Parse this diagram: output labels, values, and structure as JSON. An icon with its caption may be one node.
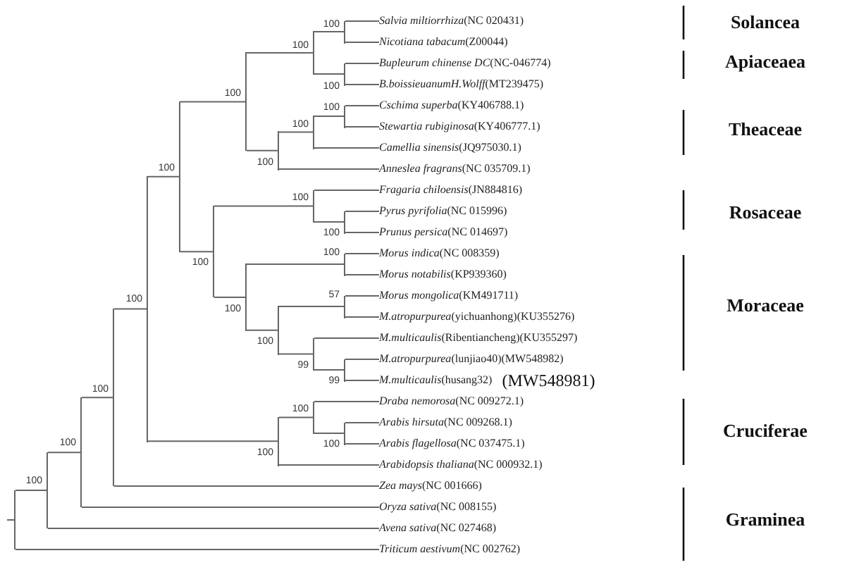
{
  "diagram": {
    "nodes": [
      {
        "text": [
          "*Salvia miltiorrhiza*(NC 020431)"
        ]
      },
      {
        "text": [
          "*Nicotiana tabacum*(Z00044)"
        ]
      },
      {
        "text": [
          "*Bupleurum chinense DC*(NC-046774)"
        ]
      },
      {
        "text": [
          "*B.boissieuanumH.Wolff*(MT239475)"
        ]
      },
      {
        "text": [
          "*Cschima superba*(KY406788.1)"
        ]
      },
      {
        "text": [
          "*Stewartia rubiginosa*(KY406777.1)"
        ]
      },
      {
        "text": [
          "*Camellia sinensis*(JQ975030.1)"
        ]
      },
      {
        "text": [
          "*Anneslea fragrans*(NC 035709.1)"
        ]
      },
      {
        "text": [
          "*Fragaria chiloensis*(JN884816)"
        ]
      },
      {
        "text": [
          "*Pyrus pyrifolia*(NC 015996)"
        ]
      },
      {
        "text": [
          "*Prunus persica*(NC 014697)"
        ]
      },
      {
        "text": [
          "*Morus indica*(NC 008359)"
        ]
      },
      {
        "text": [
          "*Morus notabilis*(KP939360)"
        ]
      },
      {
        "text": [
          "*Morus mongolica*(KM491711)"
        ]
      },
      {
        "text": [
          "*M.atropurpurea*(yichuanhong)(KU355276)"
        ]
      },
      {
        "text": [
          "*M.multicaulis*(Ribentiancheng)(KU355297)"
        ]
      },
      {
        "text": [
          "*M.atropurpurea*(lunjiao40)(MW548982)"
        ]
      },
      {
        "text": [
          "*M.multicaulis*(husang32)"
        ],
        "beside": [
          "(MW548981)"
        ]
      },
      {
        "text": [
          "*Draba nemorosa*(NC 009272.1)"
        ]
      },
      {
        "text": [
          "*Arabis hirsuta*(NC 009268.1)"
        ]
      },
      {
        "text": [
          "*Arabis flagellosa*(NC 037475.1)"
        ]
      },
      {
        "text": [
          "*Arabidopsis thaliana*(NC 000932.1)"
        ]
      },
      {
        "text": [
          "*Zea mays*(NC 001666)"
        ]
      },
      {
        "text": [
          "*Oryza sativa*(NC 008155)"
        ]
      },
      {
        "text": [
          "*Avena sativa*(NC 027468)"
        ]
      },
      {
        "text": [
          "*Triticum aestivum*(NC 002762)"
        ]
      },
      {
        "text": [],
        "shape": "bar",
        "beside": [
          "100"
        ]
      },
      {
        "text": [],
        "shape": "bar",
        "beside": [
          "100"
        ]
      },
      {
        "text": [],
        "shape": "bar",
        "beside": [
          "100"
        ]
      },
      {
        "text": [],
        "shape": "bar",
        "beside": [
          "100"
        ]
      },
      {
        "text": [],
        "shape": "bar",
        "beside": [
          "100"
        ]
      },
      {
        "text": [],
        "shape": "bar",
        "beside": [
          "100"
        ]
      },
      {
        "text": [],
        "shape": "bar",
        "beside": [
          "100"
        ]
      },
      {
        "text": [],
        "shape": "bar",
        "beside": [
          "100"
        ]
      },
      {
        "text": [],
        "shape": "bar",
        "beside": [
          "100"
        ]
      },
      {
        "text": [],
        "shape": "bar",
        "beside": [
          "100"
        ]
      },
      {
        "text": [],
        "shape": "bar",
        "beside": [
          "100"
        ]
      },
      {
        "text": [],
        "shape": "bar",
        "beside": [
          "100"
        ]
      },
      {
        "text": [],
        "shape": "bar",
        "beside": [
          "57"
        ]
      },
      {
        "text": [],
        "shape": "bar",
        "beside": [
          "100"
        ]
      },
      {
        "text": [],
        "shape": "bar",
        "beside": [
          "100"
        ]
      },
      {
        "text": [],
        "shape": "bar",
        "beside": [
          "99"
        ]
      },
      {
        "text": [],
        "shape": "bar",
        "beside": [
          "100"
        ]
      },
      {
        "text": [],
        "shape": "bar",
        "beside": [
          "99"
        ]
      },
      {
        "text": [],
        "shape": "bar",
        "beside": [
          "100"
        ]
      },
      {
        "text": [],
        "shape": "bar",
        "beside": [
          "100"
        ]
      },
      {
        "text": [],
        "shape": "bar",
        "beside": [
          "100"
        ]
      },
      {
        "text": [],
        "shape": "bar",
        "beside": [
          "100"
        ]
      },
      {
        "text": [],
        "shape": "bar",
        "beside": [
          "100"
        ]
      },
      {
        "text": [],
        "shape": "bar",
        "beside": [
          "100"
        ]
      },
      {
        "text": [],
        "shape": "bar"
      }
    ],
    "edges": [
      {
        "from": 26,
        "to": 0,
        "arrow": "none"
      },
      {
        "from": 26,
        "to": 1,
        "arrow": "none"
      },
      {
        "from": 27,
        "to": 26,
        "arrow": "none"
      },
      {
        "from": 27,
        "to": 28,
        "arrow": "none"
      },
      {
        "from": 28,
        "to": 2,
        "arrow": "none"
      },
      {
        "from": 28,
        "to": 3,
        "arrow": "none"
      },
      {
        "from": 29,
        "to": 27,
        "arrow": "none"
      },
      {
        "from": 29,
        "to": 32,
        "arrow": "none"
      },
      {
        "from": 30,
        "to": 4,
        "arrow": "none"
      },
      {
        "from": 30,
        "to": 5,
        "arrow": "none"
      },
      {
        "from": 31,
        "to": 30,
        "arrow": "none"
      },
      {
        "from": 31,
        "to": 6,
        "arrow": "none"
      },
      {
        "from": 32,
        "to": 31,
        "arrow": "none"
      },
      {
        "from": 32,
        "to": 7,
        "arrow": "none"
      },
      {
        "from": 33,
        "to": 29,
        "arrow": "none"
      },
      {
        "from": 33,
        "to": 37,
        "arrow": "none"
      },
      {
        "from": 34,
        "to": 8,
        "arrow": "none"
      },
      {
        "from": 34,
        "to": 35,
        "arrow": "none"
      },
      {
        "from": 35,
        "to": 9,
        "arrow": "none"
      },
      {
        "from": 35,
        "to": 10,
        "arrow": "none"
      },
      {
        "from": 36,
        "to": 11,
        "arrow": "none"
      },
      {
        "from": 36,
        "to": 12,
        "arrow": "none"
      },
      {
        "from": 37,
        "to": 34,
        "arrow": "none"
      },
      {
        "from": 37,
        "to": 40,
        "arrow": "none"
      },
      {
        "from": 38,
        "to": 13,
        "arrow": "none"
      },
      {
        "from": 38,
        "to": 14,
        "arrow": "none"
      },
      {
        "from": 39,
        "to": 33,
        "arrow": "none"
      },
      {
        "from": 39,
        "to": 48,
        "arrow": "none"
      },
      {
        "from": 40,
        "to": 36,
        "arrow": "none"
      },
      {
        "from": 40,
        "to": 42,
        "arrow": "none"
      },
      {
        "from": 41,
        "to": 15,
        "arrow": "none"
      },
      {
        "from": 41,
        "to": 43,
        "arrow": "none"
      },
      {
        "from": 42,
        "to": 38,
        "arrow": "none"
      },
      {
        "from": 42,
        "to": 41,
        "arrow": "none"
      },
      {
        "from": 43,
        "to": 16,
        "arrow": "none"
      },
      {
        "from": 43,
        "to": 17,
        "arrow": "none"
      },
      {
        "from": 44,
        "to": 39,
        "arrow": "none"
      },
      {
        "from": 44,
        "to": 22,
        "arrow": "none"
      },
      {
        "from": 45,
        "to": 18,
        "arrow": "none"
      },
      {
        "from": 45,
        "to": 47,
        "arrow": "none"
      },
      {
        "from": 46,
        "to": 44,
        "arrow": "none"
      },
      {
        "from": 46,
        "to": 23,
        "arrow": "none"
      },
      {
        "from": 47,
        "to": 19,
        "arrow": "none"
      },
      {
        "from": 47,
        "to": 20,
        "arrow": "none"
      },
      {
        "from": 48,
        "to": 45,
        "arrow": "none"
      },
      {
        "from": 48,
        "to": 21,
        "arrow": "none"
      },
      {
        "from": 49,
        "to": 46,
        "arrow": "none"
      },
      {
        "from": 49,
        "to": 24,
        "arrow": "none"
      },
      {
        "from": 50,
        "to": 49,
        "arrow": "none"
      },
      {
        "from": 50,
        "to": 25,
        "arrow": "none"
      },
      {
        "from": null,
        "to": 50,
        "arrow": "none"
      }
    ],
    "labels": [
      "Solancea",
      "Apiaceaea",
      "Theaceae",
      "Rosaceae",
      "Moraceae",
      "Cruciferae",
      "Graminea"
    ]
  }
}
